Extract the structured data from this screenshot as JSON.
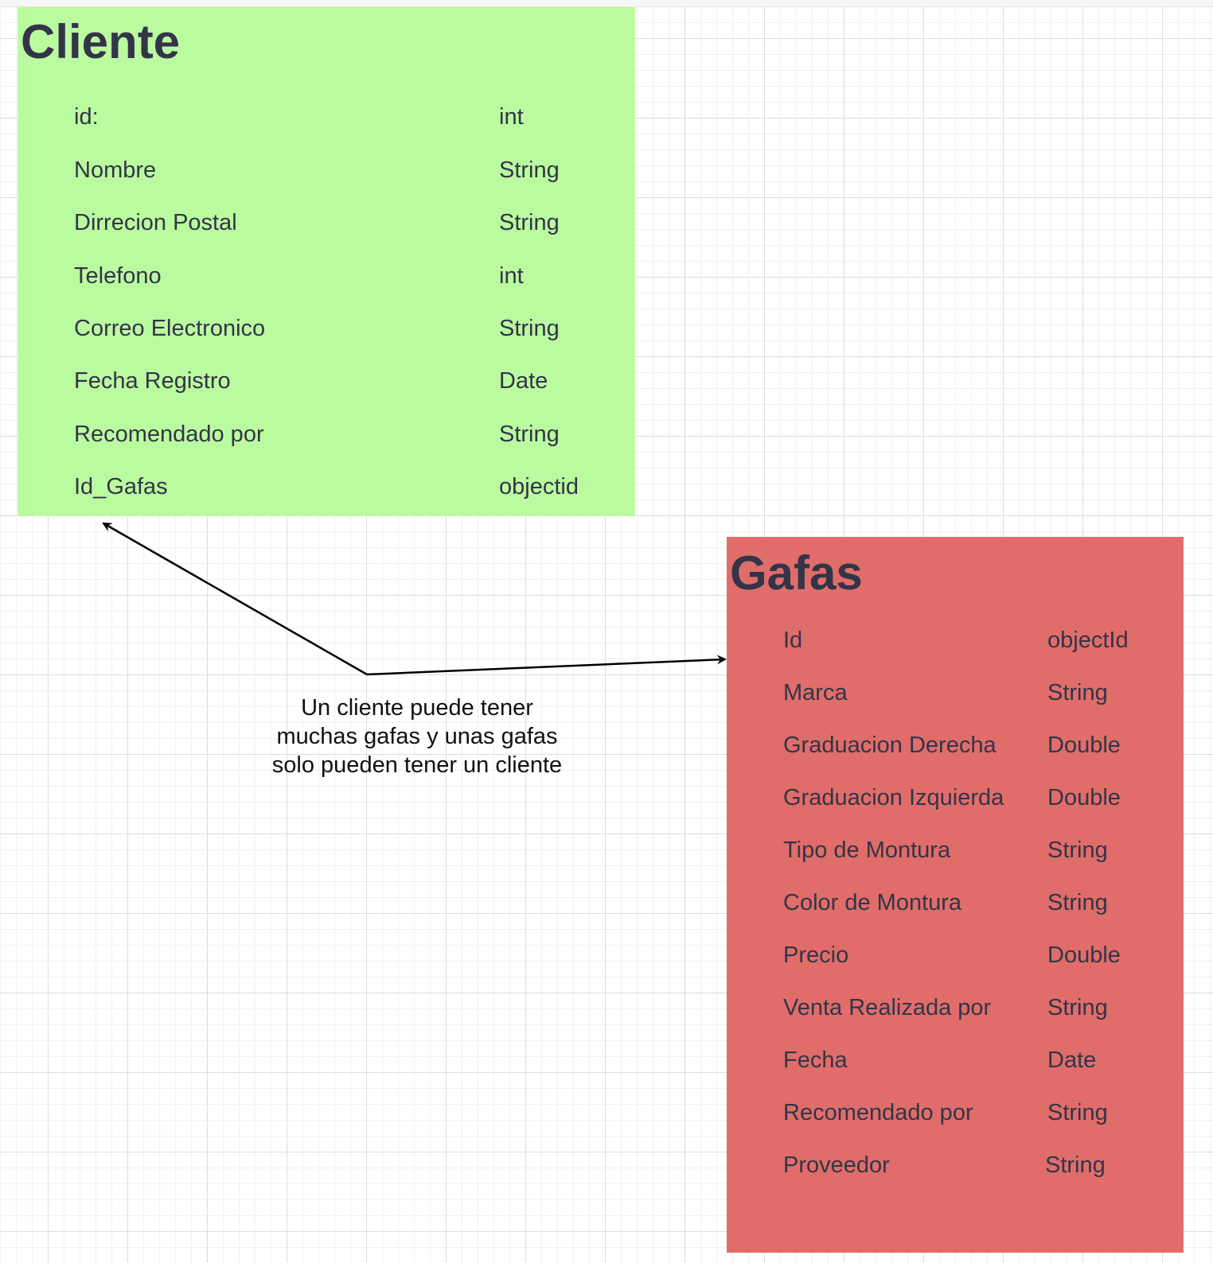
{
  "entities": {
    "cliente": {
      "title": "Cliente",
      "fields": [
        {
          "name": "id:",
          "type": "int"
        },
        {
          "name": "Nombre",
          "type": "String"
        },
        {
          "name": "Dirrecion Postal",
          "type": "String"
        },
        {
          "name": "Telefono",
          "type": "int"
        },
        {
          "name": "Correo Electronico",
          "type": "String"
        },
        {
          "name": "Fecha Registro",
          "type": "Date"
        },
        {
          "name": "Recomendado por",
          "type": "String"
        },
        {
          "name": "Id_Gafas",
          "type": "objectid"
        }
      ]
    },
    "gafas": {
      "title": "Gafas",
      "fields": [
        {
          "name": "Id",
          "type": "objectId"
        },
        {
          "name": "Marca",
          "type": "String"
        },
        {
          "name": "Graduacion Derecha",
          "type": "Double"
        },
        {
          "name": "Graduacion Izquierda",
          "type": "Double"
        },
        {
          "name": "Tipo de Montura",
          "type": "String"
        },
        {
          "name": "Color de Montura",
          "type": "String"
        },
        {
          "name": "Precio",
          "type": "Double"
        },
        {
          "name": "Venta Realizada por",
          "type": "String"
        },
        {
          "name": "Fecha",
          "type": "Date"
        },
        {
          "name": "Recomendado por",
          "type": "String"
        },
        {
          "name": "Proveedor",
          "type": "String"
        }
      ]
    }
  },
  "relationship": {
    "label": "Un cliente puede tener muchas gafas y unas gafas solo pueden tener un cliente"
  },
  "colors": {
    "cliente_fill": "#bbfba0",
    "gafas_fill": "#e06d69",
    "text": "#333448",
    "connector": "#000000"
  }
}
